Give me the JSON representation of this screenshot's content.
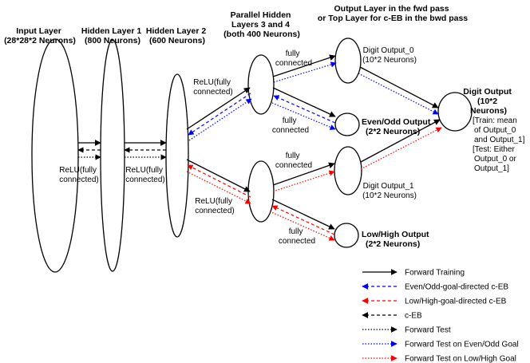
{
  "nodes": {
    "input": {
      "title_lines": [
        "Input Layer",
        "(28*28*2 Neurons)"
      ]
    },
    "hidden1": {
      "title_lines": [
        "Hidden Layer 1",
        "(800 Neurons)"
      ]
    },
    "hidden2": {
      "title_lines": [
        "Hidden Layer 2",
        "(600 Neurons)"
      ]
    },
    "parallel": {
      "title_lines": [
        "Parallel Hidden",
        "Layers 3 and 4",
        "(both 400 Neurons)"
      ]
    },
    "output_header": {
      "title_lines": [
        "Output Layer in the fwd pass",
        "or Top Layer for c-EB in the bwd pass"
      ]
    },
    "digit_output_0": {
      "title_lines": [
        "Digit Output_0",
        "(10*2 Neurons)"
      ]
    },
    "even_odd_output": {
      "title_lines": [
        "Even/Odd Output",
        "(2*2 Neurons)"
      ]
    },
    "digit_output_1": {
      "title_lines": [
        "Digit Output_1",
        "(10*2 Neurons)"
      ]
    },
    "low_high_output": {
      "title_lines": [
        "Low/High Output",
        "(2*2 Neurons)"
      ]
    },
    "digit_output": {
      "title_lines": [
        "Digit Output",
        "(10*2",
        "Neurons)"
      ],
      "note_lines": [
        "[Train: mean",
        "of Output_0",
        "and Output_1]",
        "[Test: Either",
        "Output_0 or",
        "Output_1]"
      ]
    }
  },
  "edge_labels": {
    "relu_in_h1": [
      "ReLU(fully",
      "connected)"
    ],
    "relu_h1_h2": [
      "ReLU(fully",
      "connected)"
    ],
    "relu_h2_h3": [
      "ReLU(fully",
      "connected)"
    ],
    "relu_h2_h4": [
      "ReLU(fully",
      "connected)"
    ],
    "fc_h3_d0": [
      "fully",
      "connected"
    ],
    "fc_h3_eo": [
      "fully",
      "connected"
    ],
    "fc_h4_d1": [
      "fully",
      "connected"
    ],
    "fc_h4_lh": [
      "fully",
      "connected"
    ]
  },
  "legend": [
    {
      "label": "Forward Training",
      "color": "#000000",
      "style": "solid"
    },
    {
      "label": "Even/Odd-goal-directed c-EB",
      "color": "#0000ff",
      "style": "dashed"
    },
    {
      "label": "Low/High-goal-directed c-EB",
      "color": "#ff0000",
      "style": "dashed"
    },
    {
      "label": "c-EB",
      "color": "#000000",
      "style": "dashed"
    },
    {
      "label": "Forward Test",
      "color": "#000000",
      "style": "dotted"
    },
    {
      "label": "Forward Test on Even/Odd Goal",
      "color": "#0000ff",
      "style": "dotted"
    },
    {
      "label": "Forward Test on Low/High Goal",
      "color": "#ff0000",
      "style": "dotted"
    }
  ]
}
